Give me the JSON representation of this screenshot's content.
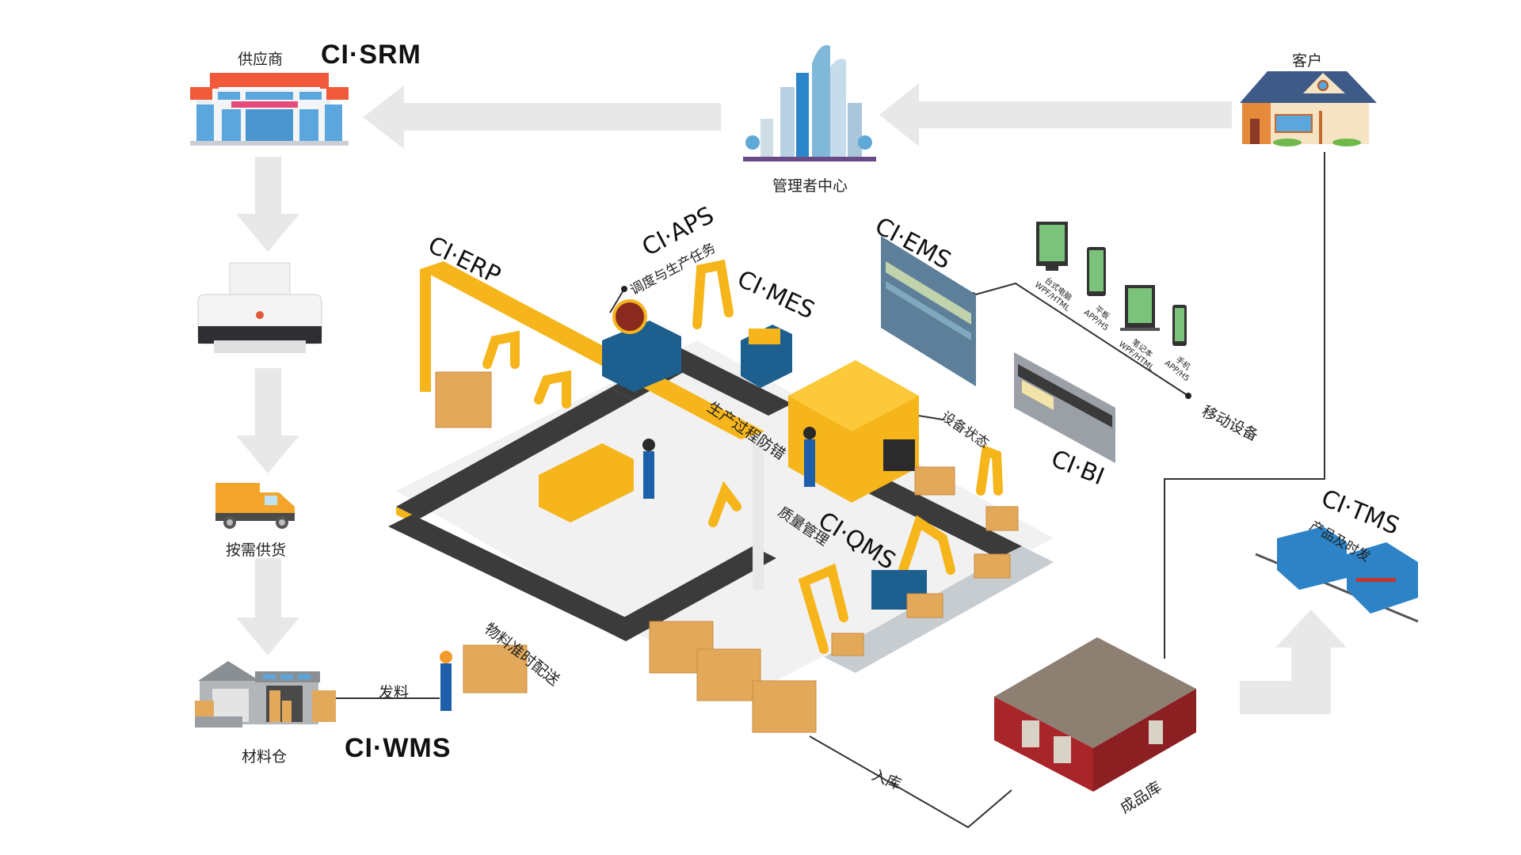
{
  "nodes": {
    "supplier": {
      "label": "供应商",
      "system": "CI·SRM"
    },
    "management": {
      "label": "管理者中心"
    },
    "customer": {
      "label": "客户"
    },
    "delivery": {
      "label": "按需供货"
    },
    "material_warehouse": {
      "label": "材料仓",
      "system": "CI·WMS"
    },
    "issue_material": {
      "label": "发料"
    },
    "material_delivery": {
      "label": "物料准时配送"
    },
    "finished_warehouse": {
      "label": "成品库"
    },
    "inbound": {
      "label": "入库"
    },
    "mobile_devices": {
      "label": "移动设备"
    }
  },
  "systems": {
    "erp": {
      "name": "CI·ERP"
    },
    "aps": {
      "name": "CI·APS",
      "caption": "调度与生产任务"
    },
    "mes": {
      "name": "CI·MES",
      "caption": "生产过程防错"
    },
    "ems": {
      "name": "CI·EMS"
    },
    "bi": {
      "name": "CI·BI"
    },
    "qms": {
      "name": "CI·QMS",
      "caption": "质量管理"
    },
    "equipment": {
      "caption": "设备状态"
    },
    "tms": {
      "name": "CI·TMS",
      "caption": "产品及时发"
    }
  },
  "devices": [
    {
      "name": "台式电脑",
      "tech": "WPF/HTML",
      "type": "desktop"
    },
    {
      "name": "平板",
      "tech": "APP/H5",
      "type": "tablet"
    },
    {
      "name": "笔记本",
      "tech": "WPF/HTML",
      "type": "laptop"
    },
    {
      "name": "手机",
      "tech": "APP/H5",
      "type": "phone"
    }
  ],
  "colors": {
    "arrow": "#e6e6e6",
    "machine_yellow": "#f5b51b",
    "belt_dark": "#3b3b3b",
    "machine_blue": "#1d5f8f",
    "box": "#e3a95a",
    "roof_red": "#f05a3a",
    "warehouse_red": "#a8262a",
    "train_blue": "#2d83c6",
    "house_roof": "#3e5a86"
  }
}
